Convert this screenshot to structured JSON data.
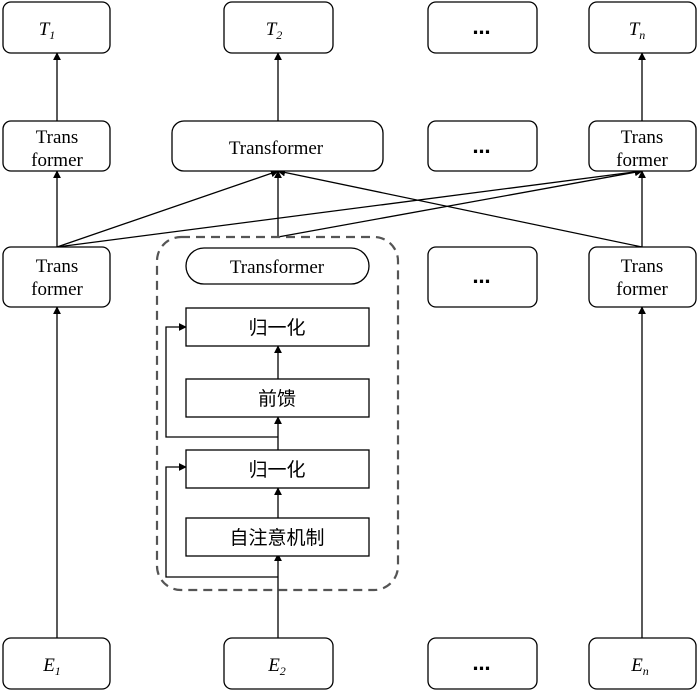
{
  "outputs": [
    {
      "base": "T",
      "sub": "1"
    },
    {
      "base": "T",
      "sub": "2"
    },
    {
      "text": "…"
    },
    {
      "base": "T",
      "sub": "n"
    }
  ],
  "inputs": [
    {
      "base": "E",
      "sub": "1"
    },
    {
      "base": "E",
      "sub": "2"
    },
    {
      "text": "…"
    },
    {
      "base": "E",
      "sub": "n"
    }
  ],
  "upper_layer": [
    {
      "line1": "Trans",
      "line2": "former"
    },
    {
      "text": "Transformer"
    },
    {
      "text": "…"
    },
    {
      "line1": "Trans",
      "line2": "former"
    }
  ],
  "lower_layer": [
    {
      "line1": "Trans",
      "line2": "former"
    },
    {
      "text": "Transformer"
    },
    {
      "text": "…"
    },
    {
      "line1": "Trans",
      "line2": "former"
    }
  ],
  "block": {
    "norm_top": "归一化",
    "feedforward": "前馈",
    "norm_bottom": "归一化",
    "self_attention": "自注意机制"
  }
}
